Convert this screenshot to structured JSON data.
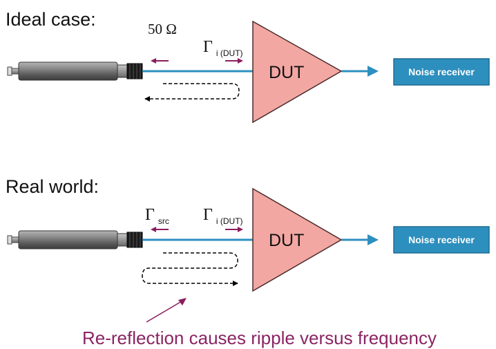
{
  "colors": {
    "wire": "#2e8fbf",
    "small_arrow": "#8b1d5c",
    "dut_fill": "#f2a7a3",
    "dut_stroke": "#4a2a2a",
    "receiver_fill": "#2d8fbd",
    "receiver_stroke": "#1f6d94",
    "caption": "#8b2463",
    "dashed": "#000000",
    "source_body": "#7a7a7a"
  },
  "ideal": {
    "title": "Ideal case:",
    "source_label": "50 Ω",
    "gamma_symbol": "Γ",
    "gamma_sub": "i (DUT)",
    "dut_label": "DUT",
    "receiver_label": "Noise receiver"
  },
  "real": {
    "title": "Real world:",
    "gsrc_symbol": "Γ",
    "gsrc_sub": "src",
    "gamma_symbol": "Γ",
    "gamma_sub": "i (DUT)",
    "dut_label": "DUT",
    "receiver_label": "Noise receiver"
  },
  "caption": "Re-reflection causes ripple versus frequency",
  "icons": [
    "coax-source-icon",
    "amplifier-triangle-icon",
    "arrow-right-icon",
    "arrow-left-icon"
  ]
}
